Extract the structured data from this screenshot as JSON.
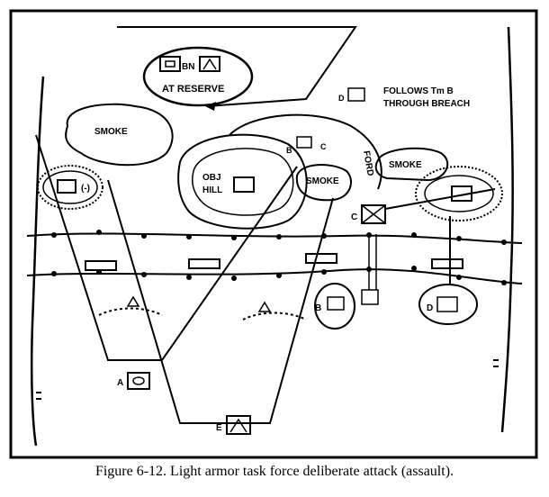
{
  "caption": "Figure 6-12.  Light armor task force deliberate attack (assault).",
  "labels": {
    "bn": "BN",
    "at_reserve": "AT RESERVE",
    "follows_1": "FOLLOWS Tm B",
    "follows_2": "THROUGH BREACH",
    "d_top": "D",
    "b_top": "B",
    "c_top": "C",
    "smoke_left": "SMOKE",
    "smoke_center": "SMOKE",
    "smoke_right": "SMOKE",
    "obj": "OBJ",
    "hill": "HILL",
    "ford": "FORD",
    "minus": "(-)",
    "c_breach": "C",
    "b_low": "B",
    "d_low": "D",
    "a_low": "A",
    "e_low": "E"
  }
}
